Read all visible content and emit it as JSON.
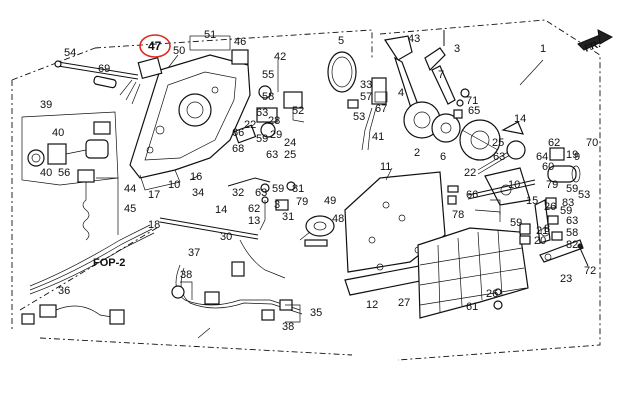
{
  "diagram": {
    "highlighted_part": "47",
    "fop_label": "FOP-2",
    "direction_label": "FR.",
    "part_numbers": {
      "p1": "1",
      "p2": "2",
      "p3": "3",
      "p4": "4",
      "p5": "5",
      "p6": "6",
      "p7": "7",
      "p8": "8",
      "p9": "9",
      "p10": "10",
      "p11": "11",
      "p12": "12",
      "p13": "13",
      "p14": "14",
      "p15": "15",
      "p16": "16",
      "p17": "17",
      "p18": "18",
      "p19": "19",
      "p20": "20",
      "p21": "21",
      "p22": "22",
      "p23": "23",
      "p24": "24",
      "p25": "25",
      "p26": "26",
      "p27": "27",
      "p28": "28",
      "p29": "29",
      "p30": "30",
      "p31": "31",
      "p32": "32",
      "p33": "33",
      "p34": "34",
      "p35": "35",
      "p36": "36",
      "p37": "37",
      "p38": "38",
      "p39": "39",
      "p40": "40",
      "p41": "41",
      "p42": "42",
      "p43": "43",
      "p44": "44",
      "p45": "45",
      "p46": "46",
      "p47": "47",
      "p48": "48",
      "p49": "49",
      "p50": "50",
      "p51": "51",
      "p52": "52",
      "p53": "53",
      "p54": "54",
      "p55": "55",
      "p56": "56",
      "p57": "57",
      "p58": "58",
      "p59": "59",
      "p60": "60",
      "p61": "61",
      "p62": "62",
      "p63": "63",
      "p64": "64",
      "p65": "65",
      "p66": "66",
      "p67": "67",
      "p68": "68",
      "p69": "69",
      "p70": "70",
      "p71": "71",
      "p72": "72",
      "p78": "78",
      "p79": "79",
      "p81": "81",
      "p82": "82",
      "p83": "83"
    },
    "colors": {
      "highlight": "#e0281e",
      "ink": "#111111"
    }
  }
}
